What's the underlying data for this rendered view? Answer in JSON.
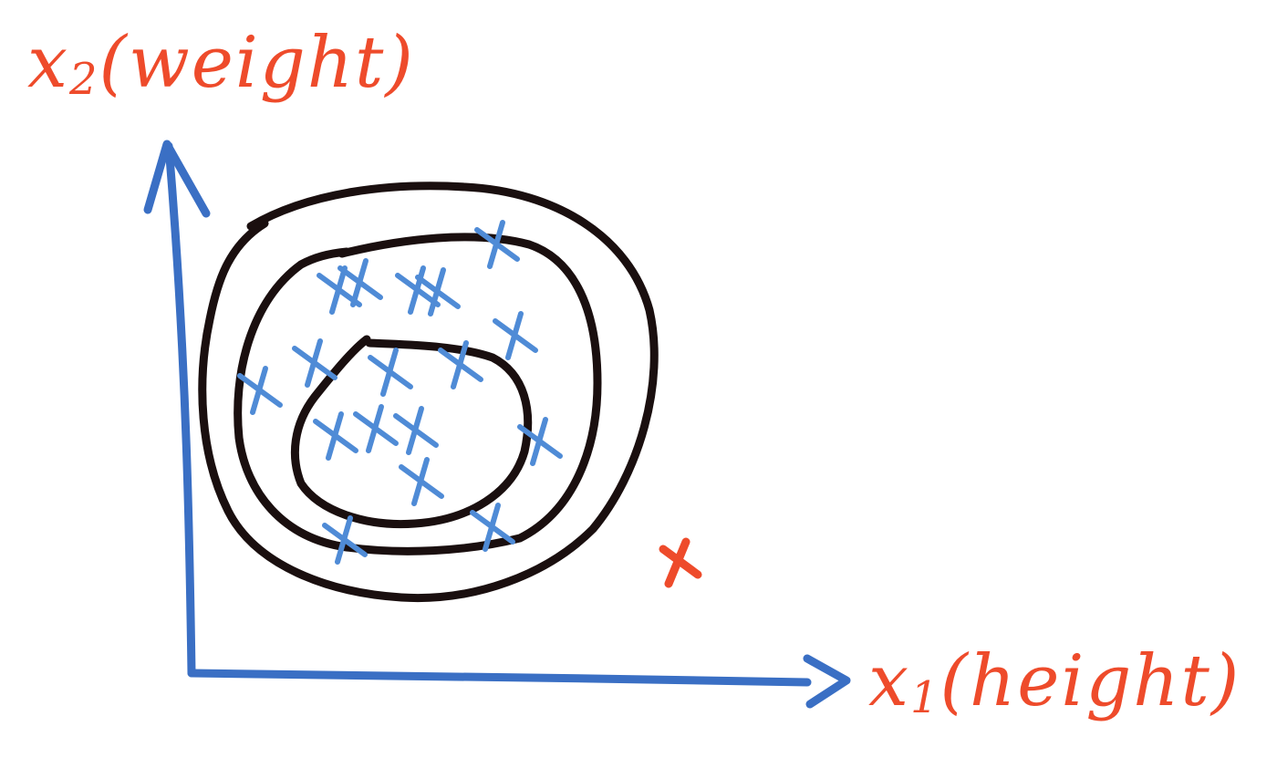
{
  "axes": {
    "y_label": {
      "var": "x",
      "sub": "2",
      "text": "(weight)"
    },
    "x_label": {
      "var": "x",
      "sub": "1",
      "text": "(height)"
    }
  },
  "colors": {
    "axis": "#3a6fc4",
    "label": "#ee4b2b",
    "contour": "#1a0f0f",
    "normal_point": "#4f8bd6",
    "anomaly": "#ee4b2b"
  },
  "points": {
    "normal_count_shown": 17,
    "anomaly_count_shown": 1
  }
}
